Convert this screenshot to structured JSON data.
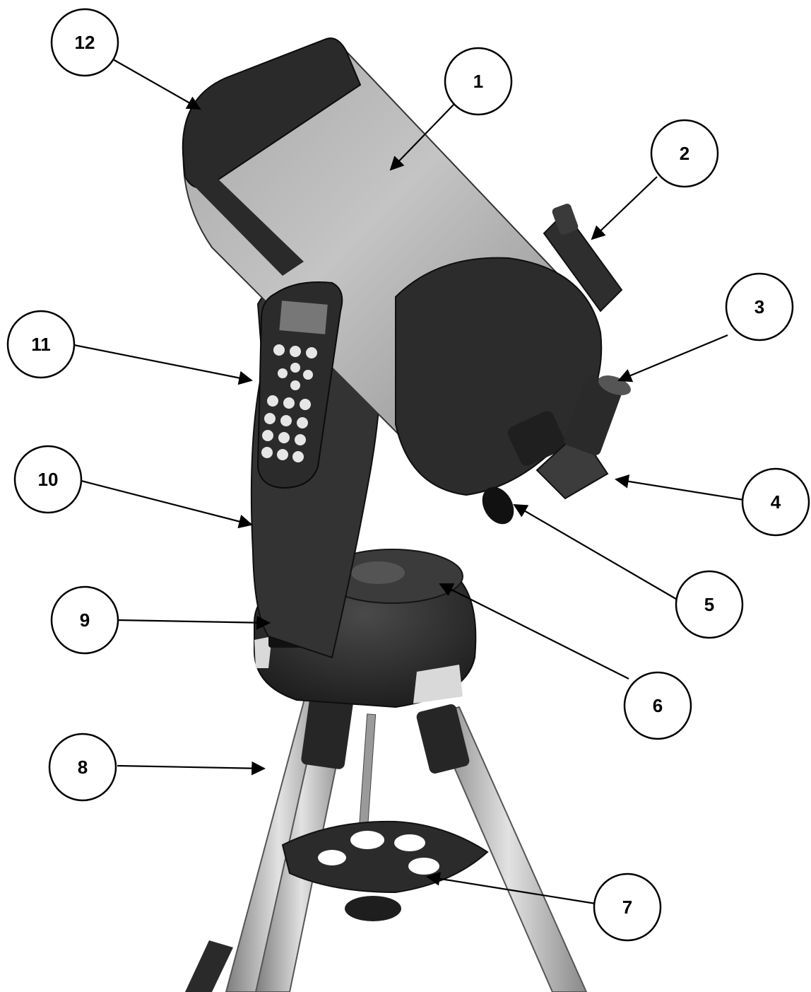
{
  "colors": {
    "background": "#ffffff",
    "ink": "#000000",
    "tube_light": "#b9b9b9",
    "tube_mid": "#8e8e8e",
    "body_dark": "#2e2e2e",
    "body_black": "#1a1a1a",
    "metal_light": "#d8d8d8"
  },
  "callouts": [
    {
      "id": "12",
      "label": "12"
    },
    {
      "id": "1",
      "label": "1"
    },
    {
      "id": "2",
      "label": "2"
    },
    {
      "id": "3",
      "label": "3"
    },
    {
      "id": "11",
      "label": "11"
    },
    {
      "id": "10",
      "label": "10"
    },
    {
      "id": "4",
      "label": "4"
    },
    {
      "id": "5",
      "label": "5"
    },
    {
      "id": "9",
      "label": "9"
    },
    {
      "id": "6",
      "label": "6"
    },
    {
      "id": "8",
      "label": "8"
    },
    {
      "id": "7",
      "label": "7"
    }
  ]
}
